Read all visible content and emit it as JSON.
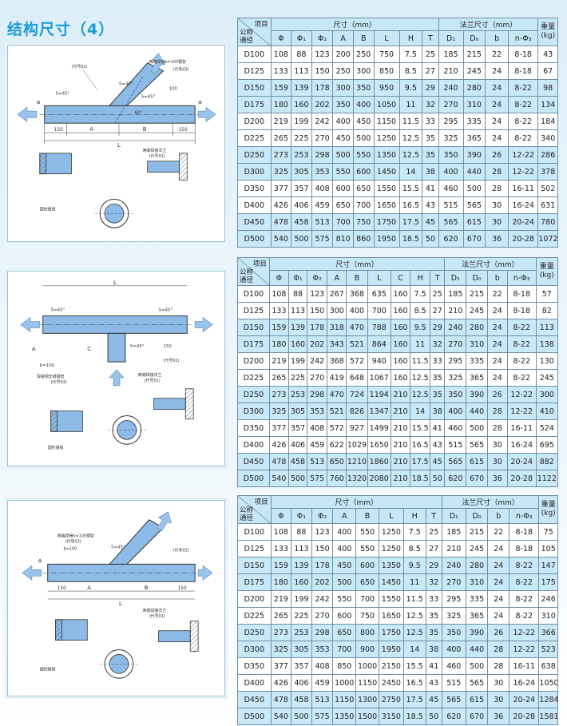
{
  "page": {
    "title": "结构尺寸（4）"
  },
  "tables": [
    {
      "corner_top": "项目",
      "corner_bottom": [
        "公称",
        "通径"
      ],
      "group_dims": "尺寸（mm）",
      "group_flange": "法兰尺寸（mm）",
      "weight_label": [
        "重量",
        "(kg)"
      ],
      "dim_cols": [
        "Φ",
        "Φ₁",
        "Φ₂",
        "A",
        "B",
        "L",
        "H",
        "T"
      ],
      "flange_cols": [
        "D₁",
        "D₀",
        "b",
        "n-Φ₃"
      ],
      "highlight_rows": [
        2,
        3,
        6,
        7,
        10,
        11
      ],
      "rows": [
        [
          "D100",
          "108",
          "88",
          "123",
          "200",
          "250",
          "750",
          "7.5",
          "25",
          "185",
          "215",
          "22",
          "8-18",
          "43"
        ],
        [
          "D125",
          "133",
          "113",
          "150",
          "250",
          "300",
          "850",
          "8.5",
          "27",
          "210",
          "245",
          "24",
          "8-18",
          "67"
        ],
        [
          "D150",
          "159",
          "139",
          "178",
          "300",
          "350",
          "950",
          "9.5",
          "29",
          "240",
          "280",
          "24",
          "8-22",
          "98"
        ],
        [
          "D175",
          "180",
          "160",
          "202",
          "350",
          "400",
          "1050",
          "11",
          "32",
          "270",
          "310",
          "24",
          "8-22",
          "134"
        ],
        [
          "D200",
          "219",
          "199",
          "242",
          "400",
          "450",
          "1150",
          "11.5",
          "33",
          "295",
          "335",
          "24",
          "8-22",
          "184"
        ],
        [
          "D225",
          "265",
          "225",
          "270",
          "450",
          "500",
          "1250",
          "12.5",
          "35",
          "325",
          "365",
          "24",
          "8-22",
          "340"
        ],
        [
          "D250",
          "273",
          "253",
          "298",
          "500",
          "550",
          "1350",
          "12.5",
          "35",
          "350",
          "390",
          "26",
          "12-22",
          "286"
        ],
        [
          "D300",
          "325",
          "305",
          "353",
          "550",
          "600",
          "1450",
          "14",
          "38",
          "400",
          "440",
          "28",
          "12-22",
          "378"
        ],
        [
          "D350",
          "377",
          "357",
          "408",
          "600",
          "650",
          "1550",
          "15.5",
          "41",
          "460",
          "500",
          "28",
          "16-11",
          "502"
        ],
        [
          "D400",
          "426",
          "406",
          "459",
          "650",
          "700",
          "1650",
          "16.5",
          "43",
          "515",
          "565",
          "30",
          "16-24",
          "631"
        ],
        [
          "D450",
          "478",
          "458",
          "513",
          "700",
          "750",
          "1750",
          "17.5",
          "45",
          "565",
          "615",
          "30",
          "20-24",
          "780"
        ],
        [
          "D500",
          "540",
          "500",
          "575",
          "810",
          "860",
          "1950",
          "18.5",
          "50",
          "620",
          "670",
          "36",
          "20-28",
          "1072"
        ]
      ]
    },
    {
      "corner_top": "项目",
      "corner_bottom": [
        "公称",
        "通径"
      ],
      "group_dims": "尺寸（mm）",
      "group_flange": "法兰尺寸（mm）",
      "weight_label": [
        "重量",
        "(kg)"
      ],
      "dim_cols": [
        "Φ",
        "Φ₁",
        "Φ₂",
        "A",
        "B",
        "L",
        "C",
        "H",
        "T"
      ],
      "flange_cols": [
        "D₁",
        "D₀",
        "b",
        "n-Φ₃"
      ],
      "highlight_rows": [
        2,
        3,
        6,
        7,
        10,
        11
      ],
      "rows": [
        [
          "D100",
          "108",
          "88",
          "123",
          "267",
          "368",
          "635",
          "160",
          "7.5",
          "25",
          "185",
          "215",
          "22",
          "8-18",
          "57"
        ],
        [
          "D125",
          "133",
          "113",
          "150",
          "300",
          "400",
          "700",
          "160",
          "8.5",
          "27",
          "210",
          "245",
          "24",
          "8-18",
          "82"
        ],
        [
          "D150",
          "159",
          "139",
          "178",
          "318",
          "470",
          "788",
          "160",
          "9.5",
          "29",
          "240",
          "280",
          "24",
          "8-22",
          "113"
        ],
        [
          "D175",
          "180",
          "160",
          "202",
          "343",
          "521",
          "864",
          "160",
          "11",
          "32",
          "270",
          "310",
          "24",
          "8-22",
          "138"
        ],
        [
          "D200",
          "219",
          "199",
          "242",
          "368",
          "572",
          "940",
          "160",
          "11.5",
          "33",
          "295",
          "335",
          "24",
          "8-22",
          "130"
        ],
        [
          "D225",
          "265",
          "225",
          "270",
          "419",
          "648",
          "1067",
          "160",
          "12.5",
          "35",
          "325",
          "365",
          "24",
          "8-22",
          "245"
        ],
        [
          "D250",
          "273",
          "253",
          "298",
          "470",
          "724",
          "1194",
          "210",
          "12.5",
          "35",
          "350",
          "390",
          "26",
          "12-22",
          "300"
        ],
        [
          "D300",
          "325",
          "305",
          "353",
          "521",
          "826",
          "1347",
          "210",
          "14",
          "38",
          "400",
          "440",
          "28",
          "12-22",
          "410"
        ],
        [
          "D350",
          "377",
          "357",
          "408",
          "572",
          "927",
          "1499",
          "210",
          "15.5",
          "41",
          "460",
          "500",
          "28",
          "16-11",
          "524"
        ],
        [
          "D400",
          "426",
          "406",
          "459",
          "622",
          "1029",
          "1650",
          "210",
          "16.5",
          "43",
          "515",
          "565",
          "30",
          "16-24",
          "695"
        ],
        [
          "D450",
          "478",
          "458",
          "513",
          "650",
          "1210",
          "1860",
          "210",
          "17.5",
          "45",
          "565",
          "615",
          "30",
          "20-24",
          "882"
        ],
        [
          "D500",
          "540",
          "500",
          "575",
          "760",
          "1320",
          "2080",
          "210",
          "18.5",
          "50",
          "620",
          "670",
          "36",
          "20-28",
          "1122"
        ]
      ]
    },
    {
      "corner_top": "项目",
      "corner_bottom": [
        "公称",
        "通径"
      ],
      "group_dims": "尺寸（mm）",
      "group_flange": "法兰尺寸（mm）",
      "weight_label": [
        "重量",
        "(kg)"
      ],
      "dim_cols": [
        "Φ",
        "Φ₁",
        "Φ₂",
        "A",
        "B",
        "L",
        "H",
        "T"
      ],
      "flange_cols": [
        "D₁",
        "D₀",
        "b",
        "n-Φ₃"
      ],
      "highlight_rows": [
        2,
        3,
        6,
        7,
        10,
        11
      ],
      "rows": [
        [
          "D100",
          "108",
          "88",
          "123",
          "400",
          "550",
          "1250",
          "7.5",
          "25",
          "185",
          "215",
          "22",
          "8-18",
          "75"
        ],
        [
          "D125",
          "133",
          "113",
          "150",
          "400",
          "550",
          "1250",
          "8.5",
          "27",
          "210",
          "245",
          "24",
          "8-18",
          "105"
        ],
        [
          "D150",
          "159",
          "139",
          "178",
          "450",
          "600",
          "1350",
          "9.5",
          "29",
          "240",
          "280",
          "24",
          "8-22",
          "147"
        ],
        [
          "D175",
          "180",
          "160",
          "202",
          "500",
          "650",
          "1450",
          "11",
          "32",
          "270",
          "310",
          "24",
          "8-22",
          "175"
        ],
        [
          "D200",
          "219",
          "199",
          "242",
          "550",
          "700",
          "1550",
          "11.5",
          "33",
          "295",
          "335",
          "24",
          "8-22",
          "246"
        ],
        [
          "D225",
          "265",
          "225",
          "270",
          "600",
          "750",
          "1650",
          "12.5",
          "35",
          "325",
          "365",
          "24",
          "8-22",
          "310"
        ],
        [
          "D250",
          "273",
          "253",
          "298",
          "650",
          "800",
          "1750",
          "12.5",
          "35",
          "350",
          "390",
          "26",
          "12-22",
          "366"
        ],
        [
          "D300",
          "325",
          "305",
          "353",
          "700",
          "900",
          "1950",
          "14",
          "38",
          "400",
          "440",
          "28",
          "12-22",
          "523"
        ],
        [
          "D350",
          "377",
          "357",
          "408",
          "850",
          "1000",
          "2150",
          "15.5",
          "41",
          "460",
          "500",
          "28",
          "16-11",
          "638"
        ],
        [
          "D400",
          "426",
          "406",
          "459",
          "1000",
          "1150",
          "2450",
          "16.5",
          "43",
          "515",
          "565",
          "30",
          "16-24",
          "1050"
        ],
        [
          "D450",
          "478",
          "458",
          "513",
          "1150",
          "1300",
          "2750",
          "17.5",
          "45",
          "565",
          "615",
          "30",
          "20-24",
          "1284"
        ],
        [
          "D500",
          "540",
          "500",
          "575",
          "1350",
          "1500",
          "3150",
          "18.5",
          "50",
          "620",
          "670",
          "36",
          "20-28",
          "1581"
        ]
      ]
    }
  ],
  "drawings": {
    "d1": {
      "pipe_label": "两端焊接b=100钢管",
      "code03": "(代号03)",
      "code01": "(代号01)",
      "code02": "(代号02)",
      "flange_label": "两端焊接法兰",
      "collar_label": "圆柱接缘",
      "angle1": "S=45°",
      "angle2": "S=45°",
      "angle3": "S=45°",
      "deg": "60°",
      "dimA": "A",
      "dimB": "B",
      "dimL": "L",
      "d150a": "150",
      "d150b": "150",
      "d100": "100",
      "phi": "Φ"
    },
    "d2": {
      "lbl_l": "L",
      "s1": "S=45°",
      "s2": "S=45°",
      "s3": "S=45°",
      "dimA": "A",
      "dimC": "C",
      "b100": "b=100",
      "d150": "150",
      "code02": "(代号02)",
      "code03": "(代号03)",
      "code01": "(代号01)",
      "seam": "焊接钢无缝钢管",
      "flange": "两端焊接法兰",
      "collar": "圆柱接缘",
      "phi": "Φ"
    },
    "d3": {
      "pipe": "两端焊接b=100钢管",
      "code03a": "(代号03)",
      "code03b": "(代号03)",
      "b100": "b=100",
      "s45": "S=45°",
      "d150a": "150",
      "d150b": "150",
      "dimA": "A",
      "dimB": "B",
      "dimL": "L",
      "flange": "两端焊接法兰",
      "code01": "(代号01)",
      "collar": "圆柱接缘",
      "phi": "Φ"
    }
  }
}
